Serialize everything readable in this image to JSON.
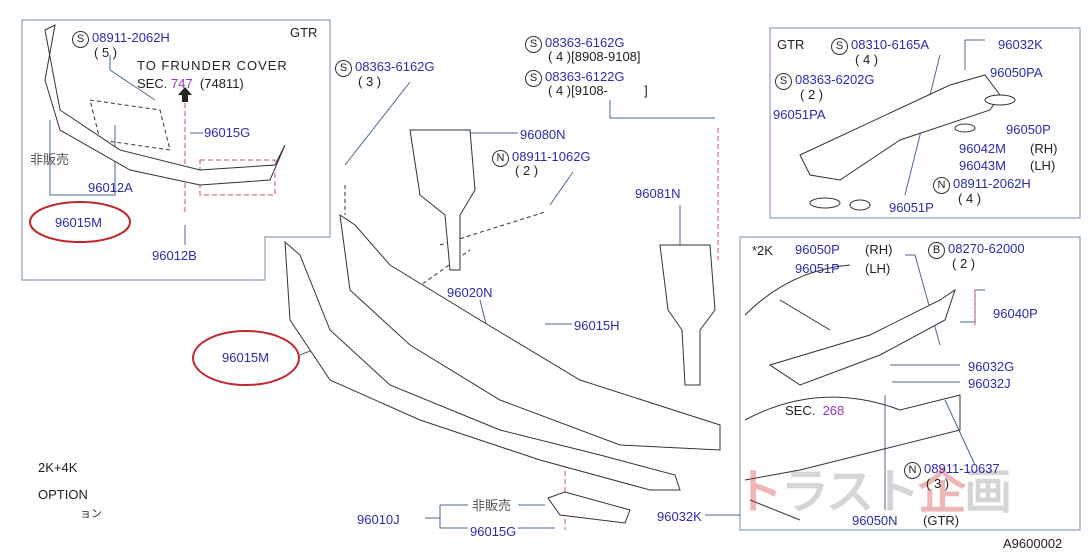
{
  "diagram_id": "A9600002",
  "watermark": "トラスト企画",
  "colors": {
    "part_number": "#2b2bb0",
    "section_link": "#9a35c8",
    "highlight_ring": "#c0282d",
    "box_border": "#8aa0bd"
  },
  "inset_gtr_front": {
    "variant": "GTR",
    "screw": {
      "type": "S",
      "part": "08911-2062H",
      "qty": "( 5 )"
    },
    "note_line1": "TO FRUNDER COVER",
    "note_sec_label": "SEC.",
    "note_sec": "747",
    "note_ref": "(74811)",
    "clip": "96015G",
    "not_sold": "非販売",
    "retainer": "96012A",
    "assembly": "96015M",
    "screw_b": "96012B"
  },
  "main": {
    "bolt_left": {
      "type": "S",
      "part": "08363-6162G",
      "qty": "( 3 )"
    },
    "bolt_top_a": {
      "type": "S",
      "part": "08363-6162G",
      "qty": "( 4 )",
      "range": "[8908-9108]"
    },
    "bolt_top_b": {
      "type": "S",
      "part": "08363-6122G",
      "qty": "( 4 )",
      "range": "[9108-          ]"
    },
    "actuator_lh": "96080N",
    "nut": {
      "type": "N",
      "part": "08911-1062G",
      "qty": "( 2 )"
    },
    "actuator_rh": "96081N",
    "spoiler_reinforce": "96020N",
    "clip_h": "96015H",
    "front_spoiler": "96015M",
    "option_line1": "2K+4K",
    "option_line2": "OPTION",
    "option_line3": "ョン",
    "bracket_assy": "96010J",
    "not_sold": "非販売",
    "clip_g": "96015G",
    "rear_spoiler_ref": "96032K"
  },
  "inset_gtr_rear": {
    "variant": "GTR",
    "screw": {
      "type": "S",
      "part": "08310-6165A",
      "qty": "( 4 )"
    },
    "spoiler": "96032K",
    "bolt": {
      "type": "S",
      "part": "08363-6202G",
      "qty": "( 2 )"
    },
    "seal_rh": "96050PA",
    "seal_lh": "96051PA",
    "pad_rh": "96050P",
    "bracket_rh": "96042M",
    "rh": "(RH)",
    "bracket_lh": "96043M",
    "lh": "(LH)",
    "nut": {
      "type": "N",
      "part": "08911-2062H",
      "qty": "( 4 )"
    },
    "pad_lh": "96051P"
  },
  "inset_2k_rear": {
    "variant": "*2K",
    "pad_rh": "96050P",
    "rh": "(RH)",
    "pad_lh": "96051P",
    "lh": "(LH)",
    "bolt": {
      "type": "B",
      "part": "08270-62000",
      "qty": "( 2 )"
    },
    "bracket": "96040P",
    "grommet_g": "96032G",
    "grommet_j": "96032J",
    "sec_label": "SEC.",
    "sec": "268",
    "nut": {
      "type": "N",
      "part": "08911-10637",
      "qty": "( 3 )"
    },
    "gasket": "96050N",
    "gtr": "(GTR)"
  }
}
